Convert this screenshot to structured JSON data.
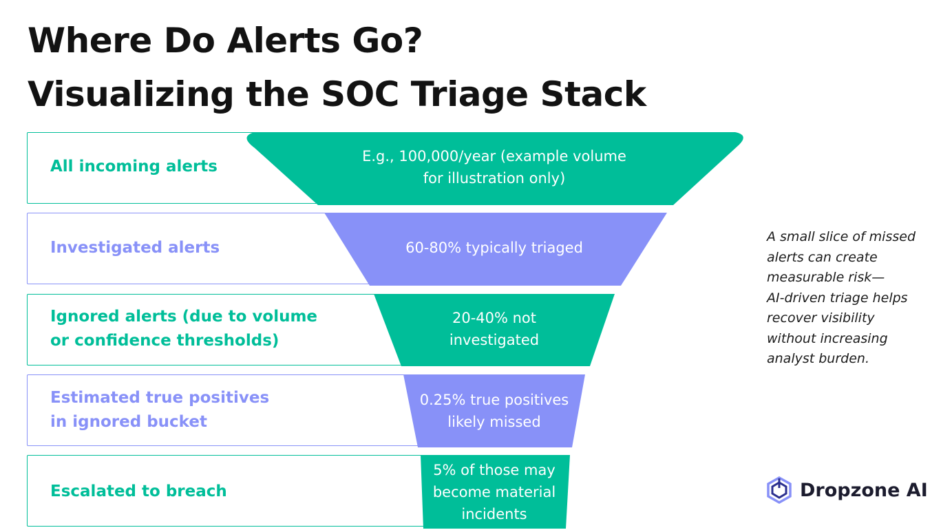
{
  "title": {
    "line1": "Where Do Alerts Go?",
    "line2": "Visualizing the SOC Triage Stack"
  },
  "colors": {
    "green": "#00BE99",
    "purple": "#8891F8",
    "title": "#121212"
  },
  "rows": [
    {
      "label": "All incoming alerts",
      "funnel_text": "E.g., 100,000/year (example volume\nfor illustration only)",
      "color": "green"
    },
    {
      "label": "Investigated alerts",
      "funnel_text": "60-80% typically triaged",
      "color": "purple"
    },
    {
      "label": "Ignored alerts (due to volume\nor confidence thresholds)",
      "funnel_text": "20-40% not\ninvestigated",
      "color": "green"
    },
    {
      "label": "Estimated true positives\nin ignored bucket",
      "funnel_text": "0.25% true positives\nlikely missed",
      "color": "purple"
    },
    {
      "label": "Escalated to breach",
      "funnel_text": "5% of those may\nbecome material\nincidents",
      "color": "green"
    }
  ],
  "side_note": "A small slice of missed\nalerts can create\nmeasurable risk—\nAI-driven triage helps\nrecover visibility\nwithout increasing\nanalyst burden.",
  "brand": {
    "name": "Dropzone AI",
    "icon": "dropzone-logo-icon"
  }
}
